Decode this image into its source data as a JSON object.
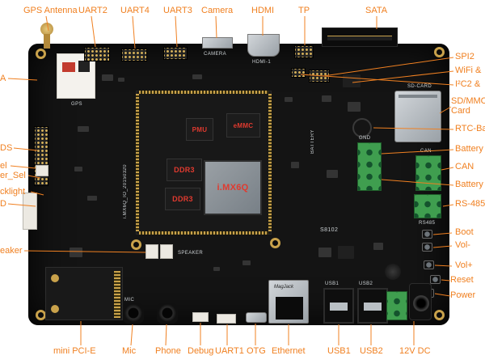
{
  "colors": {
    "label_orange": "#f08021",
    "pcb_black": "#141414",
    "chip_red": "#e03a2f",
    "silkscreen": "#cdd2d5",
    "gold": "#c9a24b",
    "terminal_green": "#3f9e4f"
  },
  "callouts": {
    "top": [
      {
        "label": "GPS Antenna"
      },
      {
        "label": "UART2"
      },
      {
        "label": "UART4"
      },
      {
        "label": "UART3"
      },
      {
        "label": "Camera"
      },
      {
        "label": "HDMI"
      },
      {
        "label": "TP"
      },
      {
        "label": "SATA"
      }
    ],
    "right": [
      {
        "label": "SPI2"
      },
      {
        "label": "WiFi &"
      },
      {
        "label": "I²C2 &"
      },
      {
        "label": "SD/MMC Card"
      },
      {
        "label": "RTC-Ba"
      },
      {
        "label": "Battery"
      },
      {
        "label": "CAN"
      },
      {
        "label": "Battery"
      },
      {
        "label": "RS-485"
      },
      {
        "label": "Boot"
      },
      {
        "label": "Vol-"
      },
      {
        "label": "Vol+"
      },
      {
        "label": "Reset"
      },
      {
        "label": "Power"
      }
    ],
    "bottom": [
      {
        "label": "mini PCI-E"
      },
      {
        "label": "Mic"
      },
      {
        "label": "Phone"
      },
      {
        "label": "Debug"
      },
      {
        "label": "UART1"
      },
      {
        "label": "OTG"
      },
      {
        "label": "Ethernet"
      },
      {
        "label": "USB1"
      },
      {
        "label": "USB2"
      },
      {
        "label": "12V DC"
      }
    ],
    "left": [
      {
        "label": "A"
      },
      {
        "label": "DS"
      },
      {
        "label": "el"
      },
      {
        "label": "er_Sel"
      },
      {
        "label": "cklight"
      },
      {
        "label": "D"
      },
      {
        "label": "eaker"
      }
    ]
  },
  "chips": {
    "pmu": "PMU",
    "emmc": "eMMC",
    "ddr3_a": "DDR3",
    "ddr3_b": "DDR3",
    "cpu": "i.MX6Q"
  },
  "silkscreen": {
    "gps": "GPS",
    "camera": "CAMERA",
    "hdmi": "HDMI-1",
    "sd_card": "SD-CARD",
    "battery": "BATTERY",
    "speaker": "SPEAKER",
    "board_id": "S8102",
    "module_id": "i.MX6Q_IO_20150320",
    "usb1": "USB1",
    "usb2": "USB2",
    "mic": "MIC",
    "rs485": "RS485",
    "can": "CAN",
    "gnd": "GND",
    "magjack": "MagJack"
  }
}
